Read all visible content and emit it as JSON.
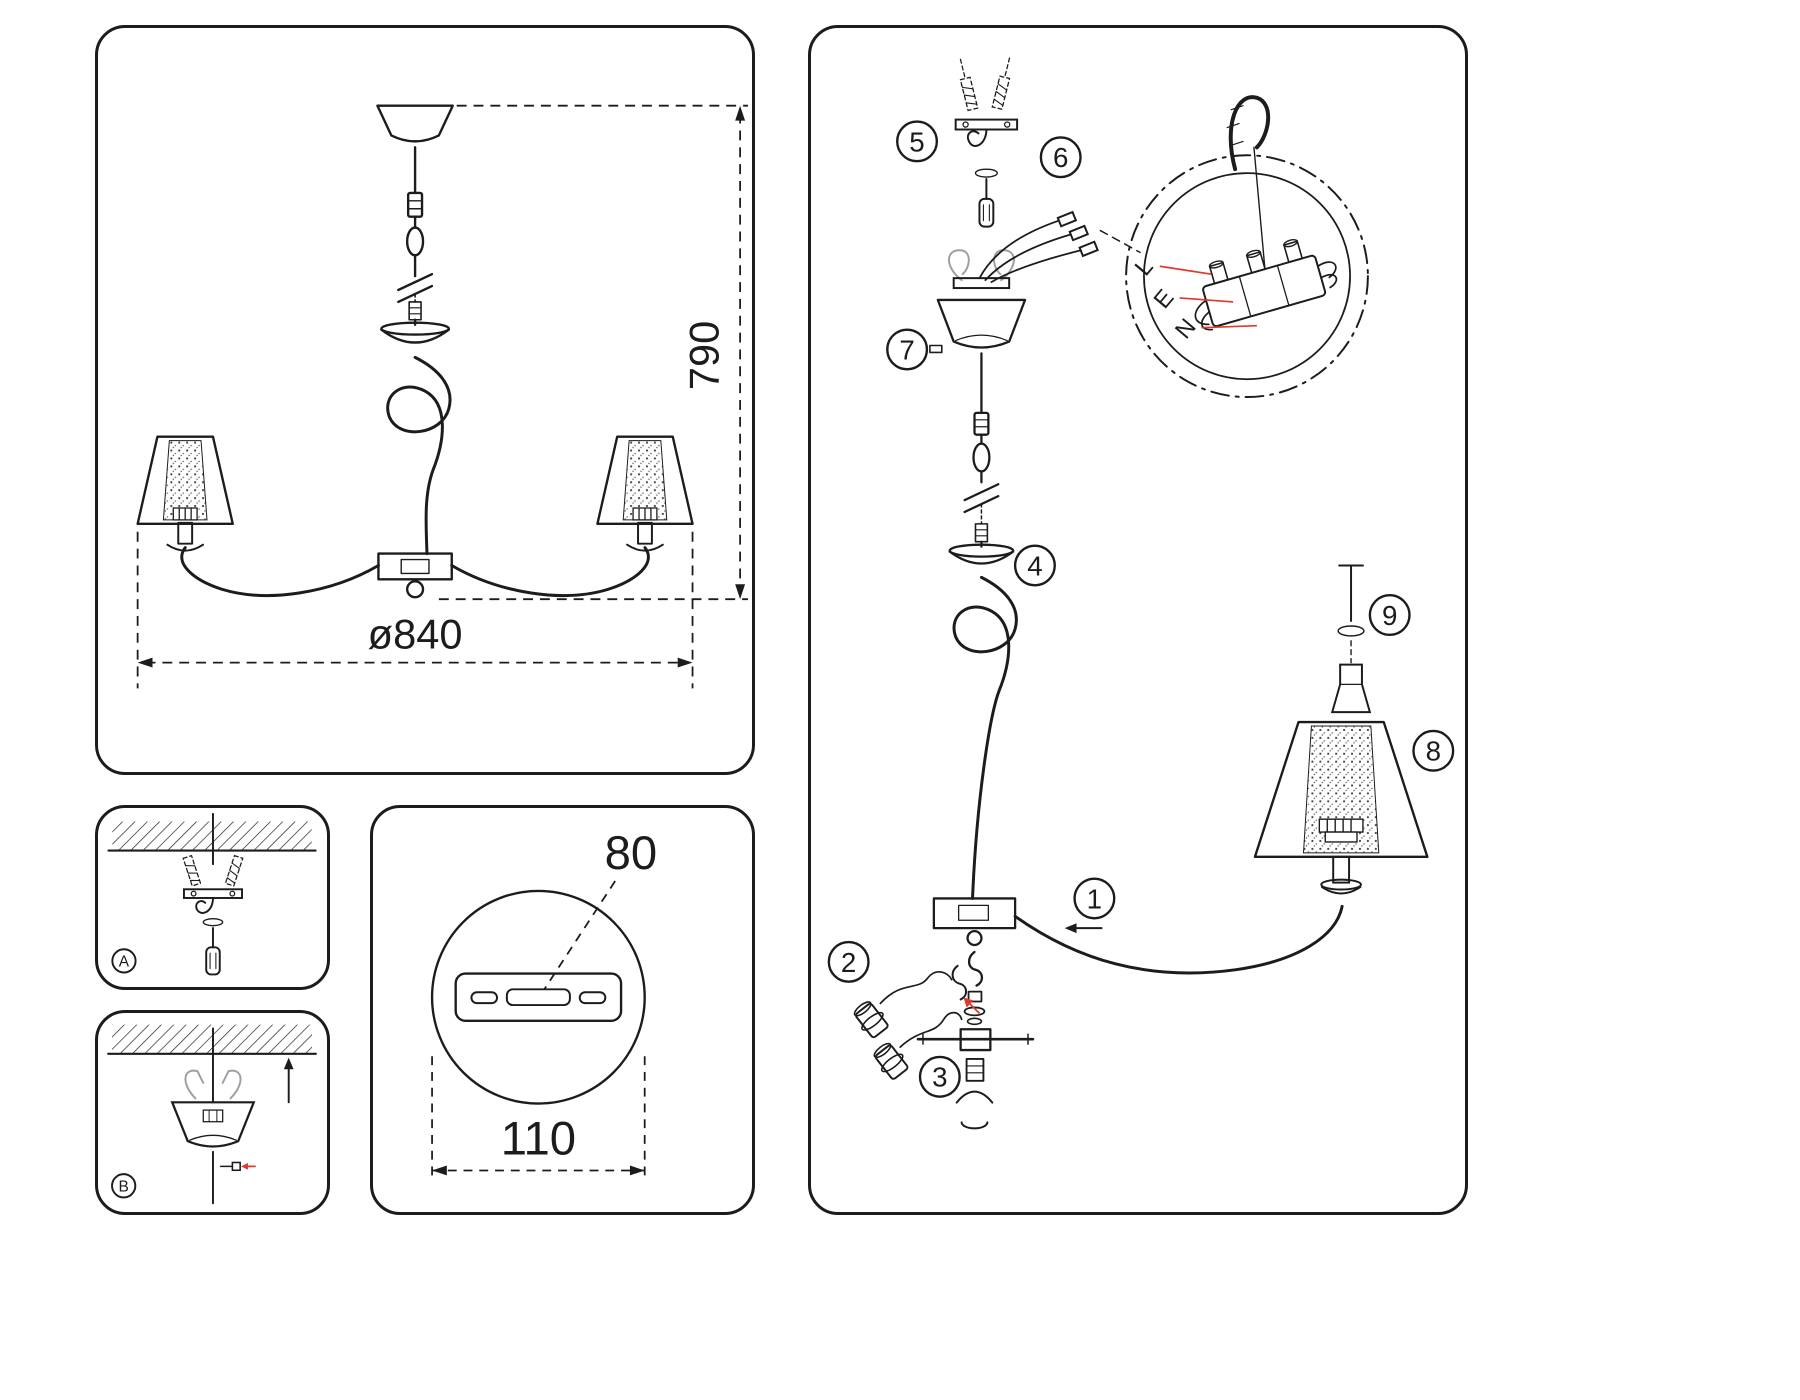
{
  "overview_panel": {
    "height_dimension": "790",
    "diameter_dimension": "ø840"
  },
  "mounting_panels": {
    "variant_a_label": "A",
    "variant_b_label": "B"
  },
  "plate_panel": {
    "slot_dimension": "80",
    "plate_dimension": "110"
  },
  "assembly_panel": {
    "steps": {
      "s1": "1",
      "s2": "2",
      "s3": "3",
      "s4": "4",
      "s5": "5",
      "s6": "6",
      "s7": "7",
      "s8": "8",
      "s9": "9"
    },
    "wiring_labels": {
      "live": "L",
      "earth": "E",
      "neutral": "N"
    }
  },
  "colors": {
    "line": "#1c1c1c",
    "accent_red": "#e2372b",
    "spring_gray": "#9aa0a6",
    "background": "#ffffff"
  }
}
